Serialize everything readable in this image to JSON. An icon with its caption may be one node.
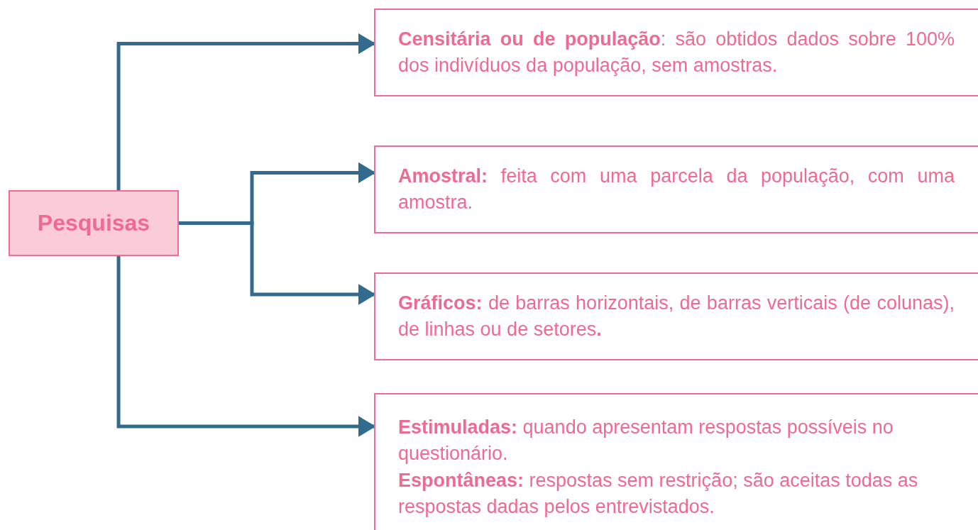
{
  "diagram": {
    "nodes": [
      {
        "text": [
          "Pesquisas"
        ]
      },
      {
        "text": [
          "**Censitária ou de população**: são obtidos dados sobre 100% dos indivíduos da população, sem amostras."
        ]
      },
      {
        "text": [
          "**Amostral:** feita com uma parcela da população, com uma amostra."
        ]
      },
      {
        "text": [
          "**Gráficos:** de barras horizontais, de barras verticais (de colunas), de linhas ou de setores**.**"
        ]
      },
      {
        "text": [
          "**Estimuladas:** quando apresentam respostas possíveis no questionário.",
          "**Espontâneas:** respostas sem restrição; são aceitas todas as respostas dadas pelos entrevistados."
        ]
      }
    ],
    "edges": [
      {
        "from": 0,
        "to": 1,
        "arrow": "to"
      },
      {
        "from": 0,
        "to": 2,
        "arrow": "to"
      },
      {
        "from": 0,
        "to": 3,
        "arrow": "to"
      },
      {
        "from": 0,
        "to": 4,
        "arrow": "to"
      }
    ]
  }
}
